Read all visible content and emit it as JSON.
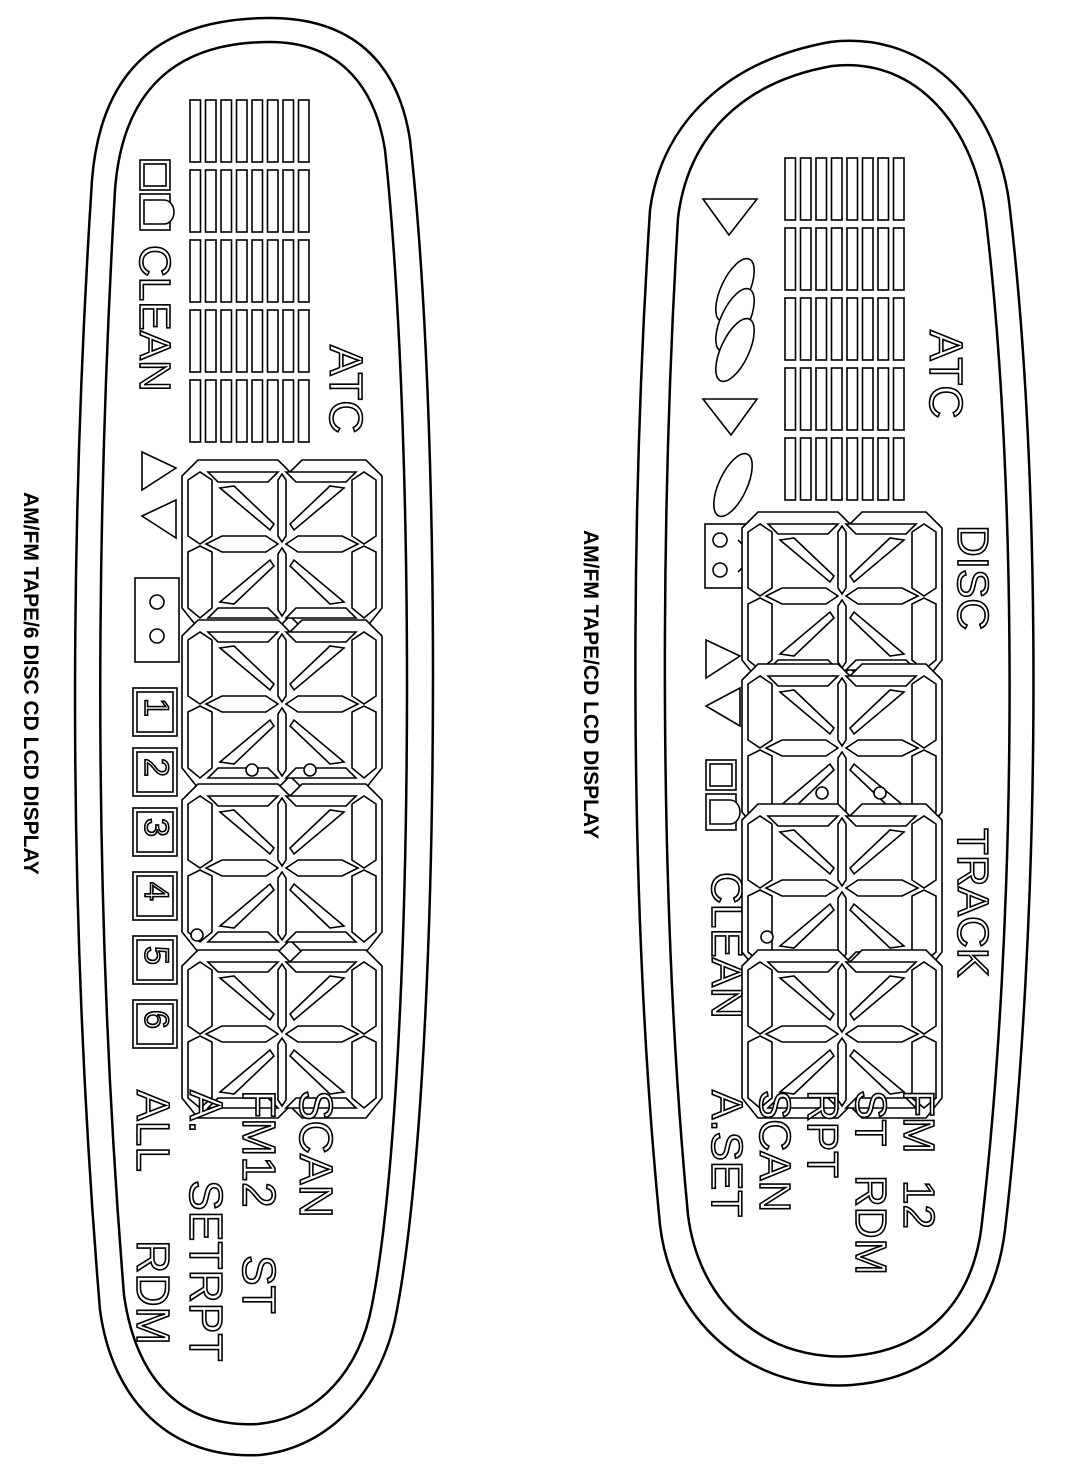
{
  "displays": [
    {
      "caption": "AM/FM TAPE/6 DISC CD LCD DISPLAY",
      "labels": {
        "atc": "ATC",
        "clean": "CLEAN",
        "scan": "SCAN",
        "fm12": "FM12",
        "st": "ST",
        "a": "A.",
        "setrpt": "SETRPT",
        "all": "ALL",
        "rdm": "RDM"
      },
      "disc_numbers": [
        "1",
        "2",
        "3",
        "4",
        "5",
        "6"
      ]
    },
    {
      "caption": "AM/FM TAPE/CD LCD DISPLAY",
      "labels": {
        "atc": "ATC",
        "disc": "DISC",
        "track": "TRACK",
        "clean": "CLEAN",
        "fm": "FM",
        "n12": "12",
        "st": "ST",
        "rdm": "RDM",
        "rpt": "RPT",
        "scan": "SCAN",
        "aset": "A.SET"
      }
    }
  ]
}
